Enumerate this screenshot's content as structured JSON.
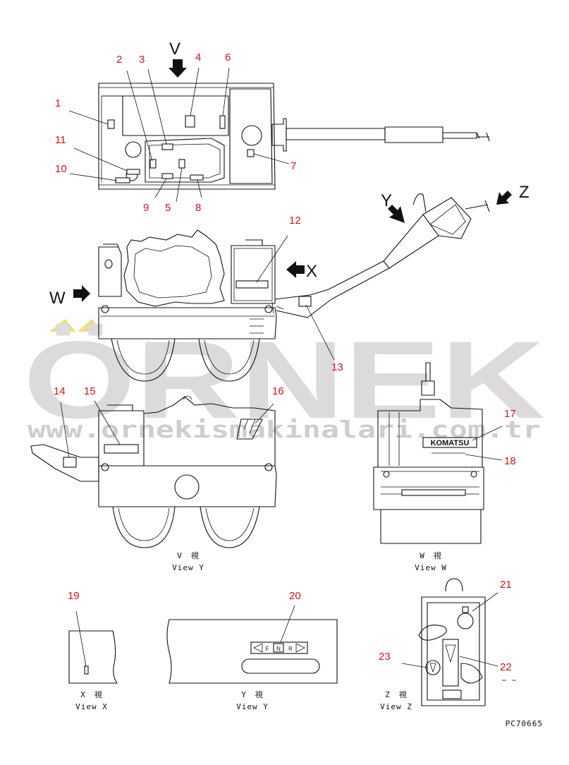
{
  "watermark": {
    "brand": "ÖRNEK",
    "url": "www.ornekismakinalari.com.tr",
    "brand_color": "#dcdadb",
    "accent_color": "#f2dc82"
  },
  "view_markers": {
    "v": "V",
    "w": "W",
    "x": "X",
    "y": "Y",
    "z": "Z"
  },
  "callouts": [
    "1",
    "2",
    "3",
    "4",
    "5",
    "6",
    "7",
    "8",
    "9",
    "10",
    "11",
    "12",
    "13",
    "14",
    "15",
    "16",
    "17",
    "18",
    "19",
    "20",
    "21",
    "22",
    "23"
  ],
  "captions": {
    "view_v_jp": "V　視",
    "view_v_en": "View Y",
    "view_w_jp": "W　視",
    "view_w_en": "View W",
    "view_x_jp": "X　視",
    "view_x_en": "View X",
    "view_y_jp": "Y　視",
    "view_y_en": "View Y",
    "view_z_jp": "Z　視",
    "view_z_en": "View Z"
  },
  "decal_text": {
    "brand": "KOMATSU",
    "direction": [
      "F",
      "N",
      "R"
    ]
  },
  "drawing_number": "PC70665",
  "colors": {
    "callout": "#d4141c",
    "line": "#111111"
  }
}
